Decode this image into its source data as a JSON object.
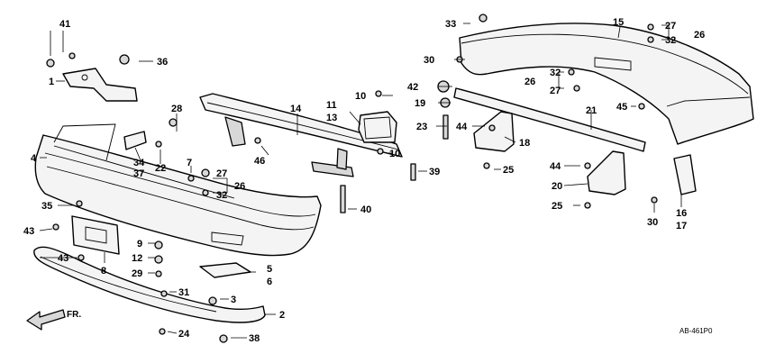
{
  "callouts": {
    "c1": "1",
    "c2": "2",
    "c3": "3",
    "c4": "4",
    "c5": "5",
    "c6": "6",
    "c7": "7",
    "c8": "8",
    "c9": "9",
    "c10a": "10",
    "c10b": "10",
    "c11": "11",
    "c12": "12",
    "c13": "13",
    "c14": "14",
    "c15": "15",
    "c16": "16",
    "c17": "17",
    "c18": "18",
    "c19": "19",
    "c20": "20",
    "c21": "21",
    "c22": "22",
    "c23": "23",
    "c24": "24",
    "c25a": "25",
    "c25b": "25",
    "c26a": "26",
    "c26b": "26",
    "c26c": "26",
    "c27a": "27",
    "c27b": "27",
    "c27c": "27",
    "c28": "28",
    "c29": "29",
    "c30a": "30",
    "c30b": "30",
    "c31": "31",
    "c32a": "32",
    "c32b": "32",
    "c32c": "32",
    "c33": "33",
    "c34": "34",
    "c35": "35",
    "c36": "36",
    "c37": "37",
    "c38": "38",
    "c39": "39",
    "c40": "40",
    "c41": "41",
    "c42": "42",
    "c43a": "43",
    "c43b": "43",
    "c44a": "44",
    "c44b": "44",
    "c45": "45",
    "c46": "46"
  },
  "direction_label": "FR.",
  "diagram_code": "AB-461P0"
}
